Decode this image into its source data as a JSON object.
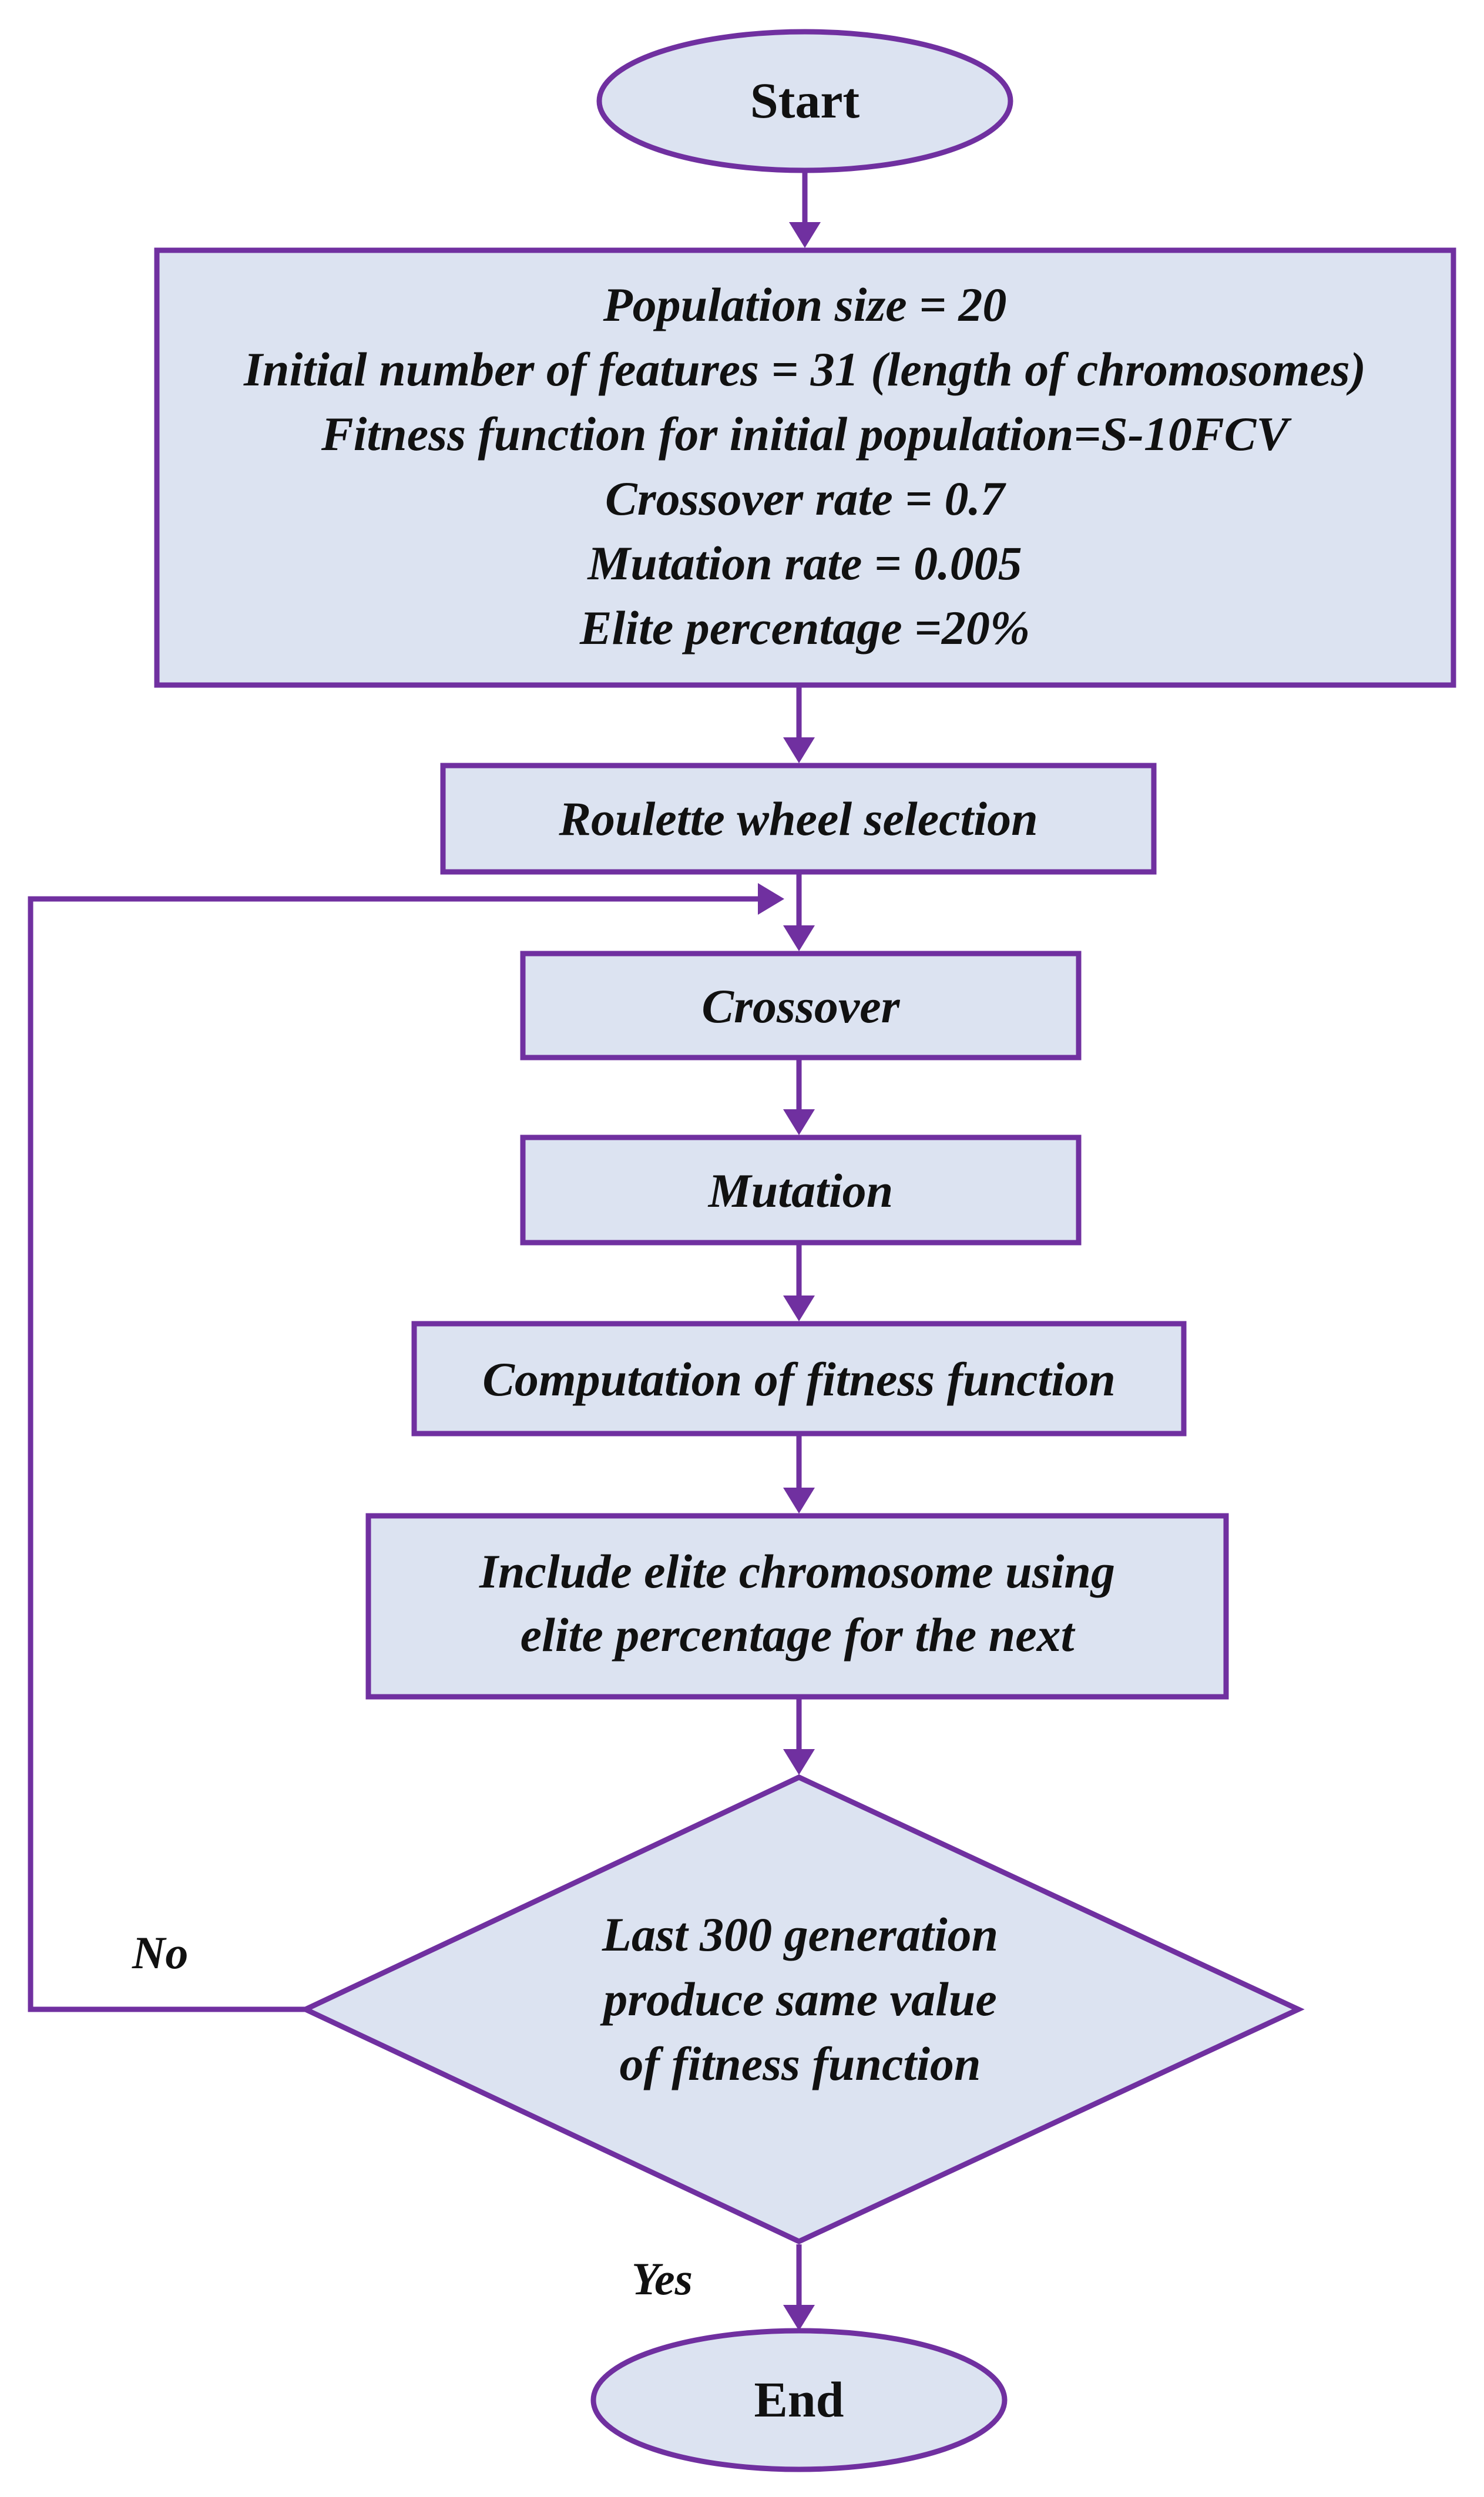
{
  "flowchart": {
    "start": {
      "label": "Start"
    },
    "parameters": {
      "lines": [
        "Population size = 20",
        "Initial number of features = 31 (length of chromosomes)",
        "Fitness function for initial population=S-10FCV",
        "Crossover rate = 0.7",
        "Mutation rate = 0.005",
        "Elite percentage =20%"
      ]
    },
    "selection": {
      "label": "Roulette wheel selection"
    },
    "crossover": {
      "label": "Crossover"
    },
    "mutation": {
      "label": "Mutation"
    },
    "fitness": {
      "label": "Computation of fitness function"
    },
    "elite": {
      "lines": [
        "Include elite chromosome using",
        "elite percentage for the next"
      ]
    },
    "decision": {
      "lines": [
        "Last 300 generation",
        "produce same value",
        "of fitness function"
      ]
    },
    "no_label": "No",
    "yes_label": "Yes",
    "end": {
      "label": "End"
    }
  },
  "colors": {
    "stroke": "#7030a0",
    "fill": "#dce3f1",
    "text": "#111111"
  }
}
